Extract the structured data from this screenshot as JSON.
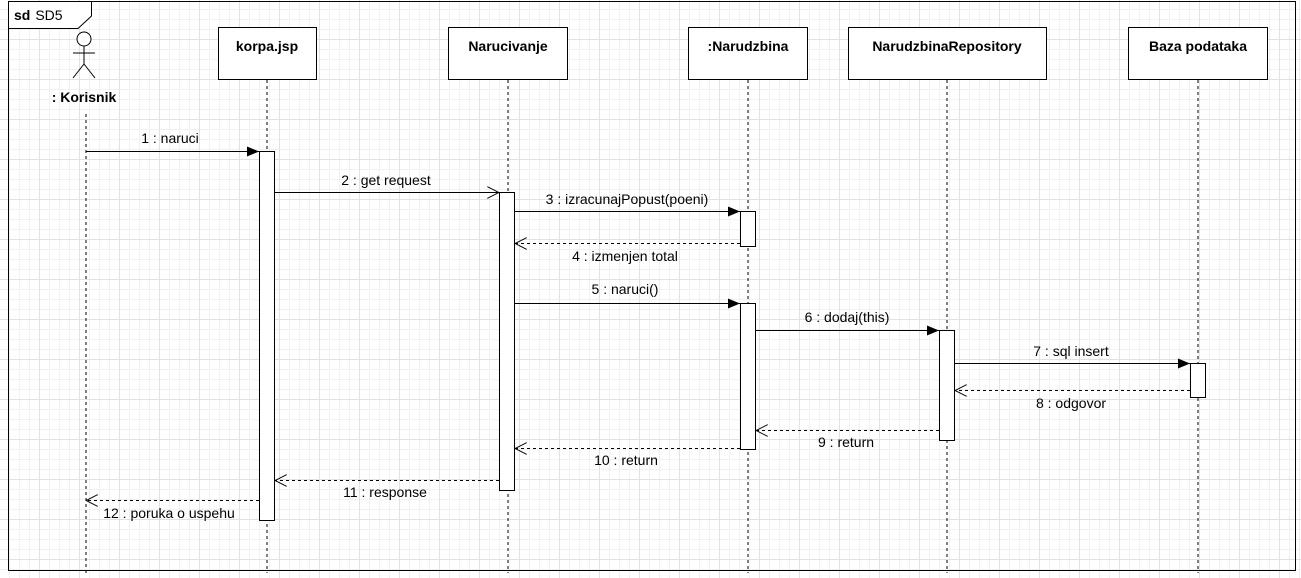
{
  "frame": {
    "keyword": "sd",
    "name": "SD5"
  },
  "actor": {
    "name": ": Korisnik"
  },
  "participants": [
    {
      "id": "korpa",
      "name": "korpa.jsp"
    },
    {
      "id": "narucivanje",
      "name": "Narucivanje"
    },
    {
      "id": "narudzbina",
      "name": ":Narudzbina"
    },
    {
      "id": "repo",
      "name": "NarudzbinaRepository"
    },
    {
      "id": "baza",
      "name": "Baza podataka"
    }
  ],
  "messages": [
    {
      "label": "1 : naruci",
      "from": "actor",
      "to": "korpa",
      "type": "sync"
    },
    {
      "label": "2 : get request",
      "from": "korpa",
      "to": "narucivanje",
      "type": "async"
    },
    {
      "label": "3 : izracunajPopust(poeni)",
      "from": "narucivanje",
      "to": "narudzbina",
      "type": "sync"
    },
    {
      "label": "4 : izmenjen total",
      "from": "narudzbina",
      "to": "narucivanje",
      "type": "return"
    },
    {
      "label": "5 : naruci()",
      "from": "narucivanje",
      "to": "narudzbina",
      "type": "sync"
    },
    {
      "label": "6 : dodaj(this)",
      "from": "narudzbina",
      "to": "repo",
      "type": "sync"
    },
    {
      "label": "7 : sql insert",
      "from": "repo",
      "to": "baza",
      "type": "sync"
    },
    {
      "label": "8 : odgovor",
      "from": "baza",
      "to": "repo",
      "type": "return"
    },
    {
      "label": "9 : return",
      "from": "repo",
      "to": "narudzbina",
      "type": "return"
    },
    {
      "label": "10 : return",
      "from": "narudzbina",
      "to": "narucivanje",
      "type": "return"
    },
    {
      "label": "11 : response",
      "from": "narucivanje",
      "to": "korpa",
      "type": "return"
    },
    {
      "label": "12 : poruka o uspehu",
      "from": "korpa",
      "to": "actor",
      "type": "return"
    }
  ]
}
